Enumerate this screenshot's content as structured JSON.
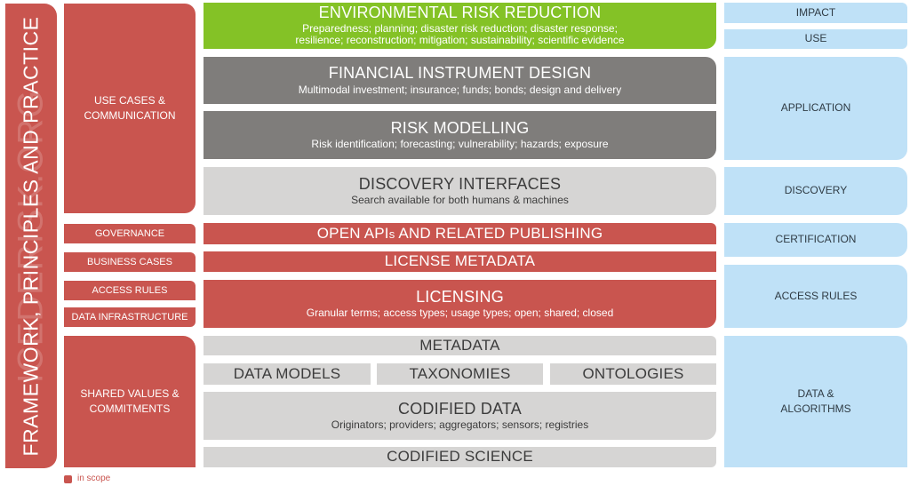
{
  "vertical_band": {
    "label": "FRAMEWORK, PRINCIPLES AND PRACTICE",
    "watermark": "ICEDERISK.ORG"
  },
  "left_labels": {
    "use_cases": "USE CASES & COMMUNICATION",
    "governance": "GOVERNANCE",
    "business_cases": "BUSINESS CASES",
    "access_rules": "ACCESS RULES",
    "data_infrastructure": "DATA INFRASTRUCTURE",
    "shared_values": "SHARED VALUES & COMMITMENTS"
  },
  "center_blocks": {
    "env_risk": {
      "title": "ENVIRONMENTAL RISK REDUCTION",
      "sub1": "Preparedness; planning; disaster risk reduction; disaster response;",
      "sub2": "resilience; reconstruction; mitigation; sustainability; scientific evidence"
    },
    "financial": {
      "title": "FINANCIAL INSTRUMENT DESIGN",
      "sub": "Multimodal investment; insurance; funds; bonds; design and delivery"
    },
    "risk_modelling": {
      "title": "RISK MODELLING",
      "sub": "Risk identification; forecasting; vulnerability; hazards; exposure"
    },
    "discovery": {
      "title": "DISCOVERY INTERFACES",
      "sub": "Search available for both humans & machines"
    },
    "open_apis": {
      "title_a": "OPEN API",
      "title_s": "s",
      "title_b": " AND RELATED PUBLISHING"
    },
    "license_metadata": {
      "title": "LICENSE METADATA"
    },
    "licensing": {
      "title": "LICENSING",
      "sub": "Granular terms; access types; usage types; open; shared; closed"
    },
    "metadata": {
      "title": "METADATA"
    },
    "data_models": {
      "title": "DATA MODELS"
    },
    "taxonomies": {
      "title": "TAXONOMIES"
    },
    "ontologies": {
      "title": "ONTOLOGIES"
    },
    "codified_data": {
      "title": "CODIFIED DATA",
      "sub": "Originators; providers; aggregators; sensors; registries"
    },
    "codified_science": {
      "title": "CODIFIED SCIENCE"
    }
  },
  "right_labels": {
    "impact": "IMPACT",
    "use": "USE",
    "application": "APPLICATION",
    "discovery": "DISCOVERY",
    "certification": "CERTIFICATION",
    "access_rules": "ACCESS RULES",
    "data_algorithms": "DATA & ALGORITHMS"
  },
  "legend": {
    "label": "in scope"
  },
  "colors": {
    "red": "#c9554f",
    "lime": "#84c226",
    "dark_gray": "#7f7d7b",
    "light_gray": "#d6d5d4",
    "light_blue": "#bfe1f7"
  }
}
